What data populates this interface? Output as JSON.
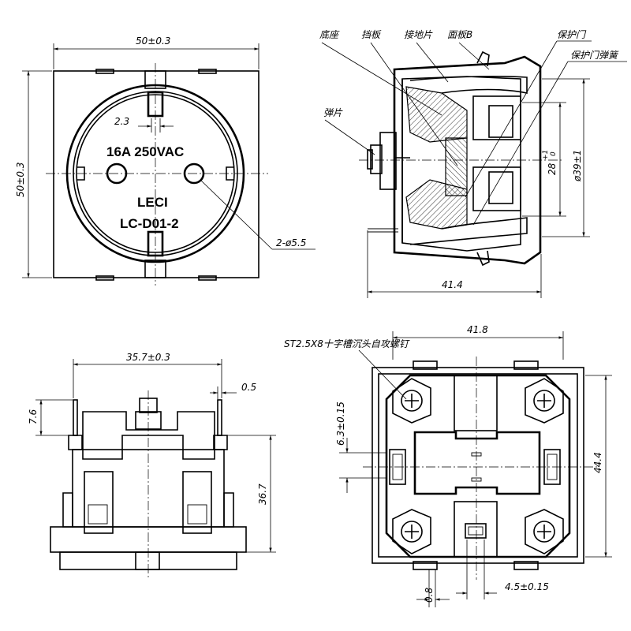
{
  "front_view": {
    "width_dim": "50±0.3",
    "height_dim": "50±0.3",
    "pin_spacing": "2.3",
    "hole_dim": "2-ø5.5",
    "marking": {
      "rating": "16A  250VAC",
      "brand": "LECI",
      "model": "LC-D01-2"
    }
  },
  "section_view": {
    "labels": {
      "base": "底座",
      "baffle": "挡板",
      "ground_clip": "接地片",
      "panel_b": "面板B",
      "shutter": "保护门",
      "shutter_spring": "保护门弹簧",
      "spring_clip": "弹片"
    },
    "depth_dim": "41.4",
    "inner_dim": "28",
    "inner_tol_upper": "+1",
    "inner_tol_lower": "0",
    "outer_dim": "ø39±1"
  },
  "side_view": {
    "width_dim": "35.7±0.3",
    "pin_width": "0.5",
    "pin_height": "7.6",
    "height_dim": "36.7"
  },
  "rear_view": {
    "screw_label": "ST2.5X8十字槽沉头自攻螺钉",
    "width_dim": "41.8",
    "height_dim": "44.4",
    "offset_dim": "6.3±0.15",
    "bottom_dim": "0.8",
    "slot_dim": "4.5±0.15"
  },
  "colors": {
    "line": "#000000",
    "background": "#ffffff"
  }
}
